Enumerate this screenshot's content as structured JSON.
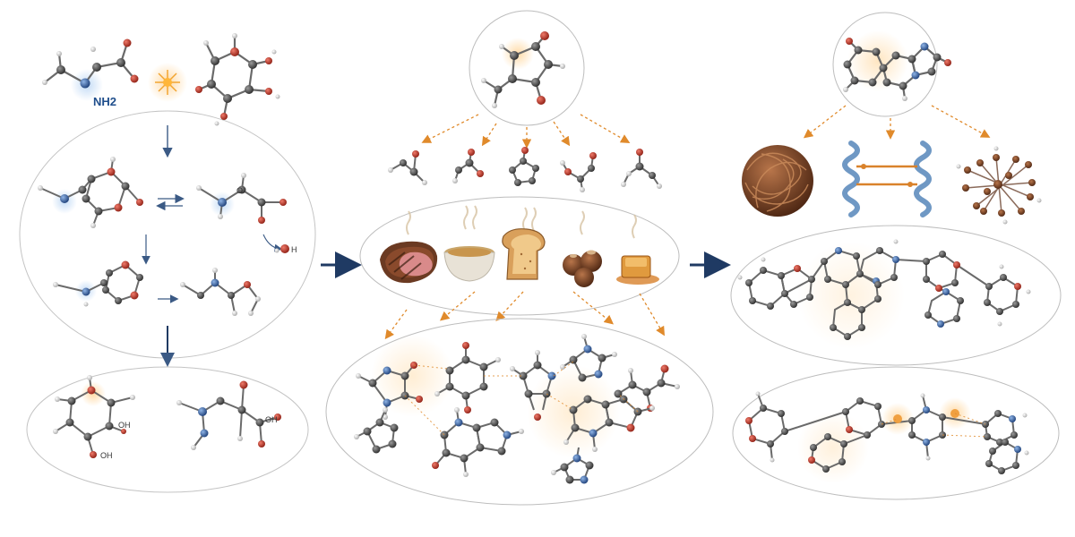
{
  "labels": {
    "amine": "NH2",
    "hydroxyl_1": "OH",
    "hydroxyl_2": "OH",
    "hydroxyl_3": "OH",
    "oxygen": "O",
    "water_h": "H"
  },
  "colors": {
    "carbon": "#3e3e3e",
    "oxygen": "#c0392b",
    "nitrogen": "#2f5fa8",
    "hydrogen": "#e9e9e9",
    "bond": "#6a6a6a",
    "arrow_main": "#1f3a63",
    "arrow_flow": "#e08a2b",
    "ellipse_stroke": "#bdbdbd",
    "glow": "#ffd79a"
  },
  "icons": [
    "amino-acid-molecule",
    "spark-icon",
    "sugar-molecule",
    "reaction-arrow-icon",
    "equilibrium-arrows-icon",
    "water-molecule",
    "furanone-molecule",
    "volatile-molecule",
    "seared-meat-icon",
    "broth-bowl-icon",
    "toast-icon",
    "hazelnuts-icon",
    "caramel-icon",
    "melanoidin-polymer-icon",
    "protein-helix-icon",
    "crosslinked-network-icon"
  ]
}
